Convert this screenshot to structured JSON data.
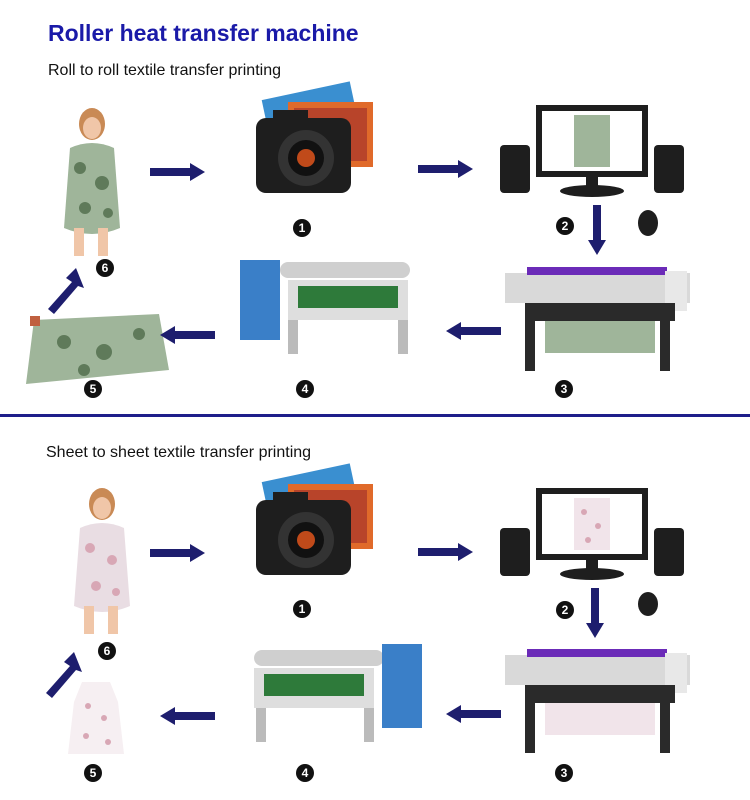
{
  "title": "Roller heat transfer machine",
  "sections": [
    {
      "heading": "Roll to roll textile transfer printing",
      "pattern_color": "#9fb59a",
      "steps": [
        {
          "number": "1",
          "item": "camera-with-photos"
        },
        {
          "number": "2",
          "item": "computer-monitor"
        },
        {
          "number": "3",
          "item": "large-format-printer"
        },
        {
          "number": "4",
          "item": "roller-heat-press-machine"
        },
        {
          "number": "5",
          "item": "printed-fabric-roll"
        },
        {
          "number": "6",
          "item": "printed-dress"
        }
      ]
    },
    {
      "heading": "Sheet to sheet textile transfer printing",
      "pattern_color": "#d8a7b5",
      "steps": [
        {
          "number": "1",
          "item": "camera-with-photos"
        },
        {
          "number": "2",
          "item": "computer-monitor"
        },
        {
          "number": "3",
          "item": "large-format-printer"
        },
        {
          "number": "4",
          "item": "roller-heat-press-machine"
        },
        {
          "number": "5",
          "item": "printed-fabric-sheet"
        },
        {
          "number": "6",
          "item": "printed-dress"
        }
      ]
    }
  ],
  "colors": {
    "title": "#1a1aa8",
    "arrow": "#1e1e6e",
    "divider": "#1e1e8a"
  }
}
